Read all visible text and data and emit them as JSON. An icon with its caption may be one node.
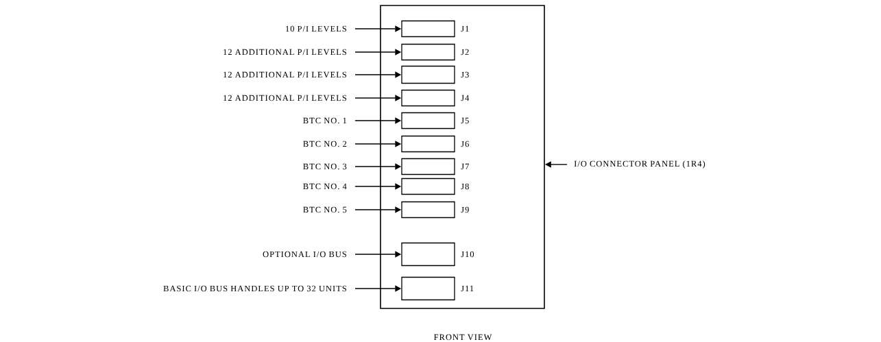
{
  "diagram": {
    "caption": "FRONT VIEW",
    "nodes": [
      {
        "text": [],
        "shape": "box"
      },
      {
        "text": [],
        "shape": "box",
        "in": 0,
        "beside": [
          "J1"
        ]
      },
      {
        "text": [],
        "shape": "box",
        "in": 0,
        "beside": [
          "J2"
        ]
      },
      {
        "text": [],
        "shape": "box",
        "in": 0,
        "beside": [
          "J3"
        ]
      },
      {
        "text": [],
        "shape": "box",
        "in": 0,
        "beside": [
          "J4"
        ]
      },
      {
        "text": [],
        "shape": "box",
        "in": 0,
        "beside": [
          "J5"
        ]
      },
      {
        "text": [],
        "shape": "box",
        "in": 0,
        "beside": [
          "J6"
        ]
      },
      {
        "text": [],
        "shape": "box",
        "in": 0,
        "beside": [
          "J7"
        ]
      },
      {
        "text": [],
        "shape": "box",
        "in": 0,
        "beside": [
          "J8"
        ]
      },
      {
        "text": [],
        "shape": "box",
        "in": 0,
        "beside": [
          "J9"
        ]
      },
      {
        "text": [],
        "shape": "box",
        "in": 0,
        "beside": [
          "J10"
        ]
      },
      {
        "text": [],
        "shape": "box",
        "in": 0,
        "beside": [
          "J11"
        ]
      },
      {
        "text": [
          "10 P/I LEVELS"
        ]
      },
      {
        "text": [
          "12 ADDITIONAL P/I LEVELS"
        ]
      },
      {
        "text": [
          "12 ADDITIONAL P/I LEVELS"
        ]
      },
      {
        "text": [
          "12 ADDITIONAL P/I LEVELS"
        ]
      },
      {
        "text": [
          "BTC NO. 1"
        ]
      },
      {
        "text": [
          "BTC NO. 2"
        ]
      },
      {
        "text": [
          "BTC NO. 3"
        ]
      },
      {
        "text": [
          "BTC NO. 4"
        ]
      },
      {
        "text": [
          "BTC NO. 5"
        ]
      },
      {
        "text": [
          "OPTIONAL I/O BUS"
        ]
      },
      {
        "text": [
          "BASIC I/O BUS HANDLES UP TO 32 UNITS"
        ]
      },
      {
        "text": [
          "I/O CONNECTOR PANEL (1R4)"
        ]
      }
    ],
    "edges": [
      {
        "from": 12,
        "to": 1,
        "arrow": "to"
      },
      {
        "from": 13,
        "to": 2,
        "arrow": "to"
      },
      {
        "from": 14,
        "to": 3,
        "arrow": "to"
      },
      {
        "from": 15,
        "to": 4,
        "arrow": "to"
      },
      {
        "from": 16,
        "to": 5,
        "arrow": "to"
      },
      {
        "from": 17,
        "to": 6,
        "arrow": "to"
      },
      {
        "from": 18,
        "to": 7,
        "arrow": "to"
      },
      {
        "from": 19,
        "to": 8,
        "arrow": "to"
      },
      {
        "from": 20,
        "to": 9,
        "arrow": "to"
      },
      {
        "from": 21,
        "to": 10,
        "arrow": "to"
      },
      {
        "from": 22,
        "to": 11,
        "arrow": "to"
      },
      {
        "from": 23,
        "to": 0,
        "arrow": "to"
      }
    ]
  }
}
